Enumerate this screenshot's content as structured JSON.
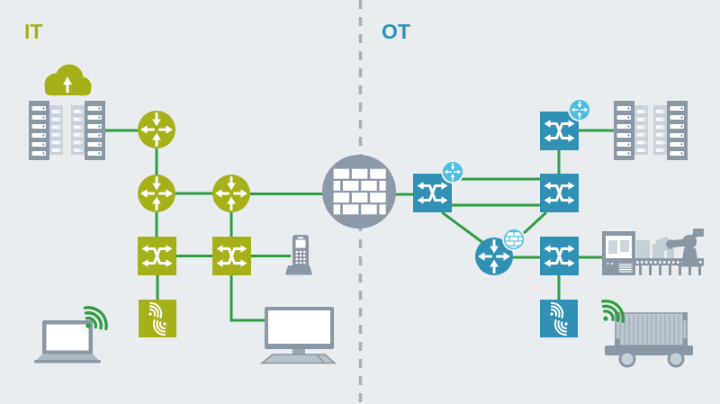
{
  "labels": {
    "it": "IT",
    "ot": "OT"
  },
  "colors": {
    "bg": "#e9edf0",
    "it": "#a6b11a",
    "ot": "#3191b5",
    "badge": "#4dbde0",
    "link": "#2f9e43",
    "device": "#8a97a5",
    "device_light": "#c9d2d9",
    "firewall": "#8b99a9",
    "divider": "#a8b0b8",
    "white": "#ffffff"
  },
  "diagram": {
    "zones": [
      {
        "id": "it",
        "label": "IT",
        "color_key": "it"
      },
      {
        "id": "ot",
        "label": "OT",
        "color_key": "ot"
      }
    ],
    "nodes": [
      {
        "id": "it-cloud",
        "type": "cloud",
        "zone": "it"
      },
      {
        "id": "it-servers",
        "type": "server-racks",
        "zone": "it"
      },
      {
        "id": "it-router-1",
        "type": "router",
        "zone": "it"
      },
      {
        "id": "it-router-2",
        "type": "router",
        "zone": "it"
      },
      {
        "id": "it-router-3",
        "type": "router",
        "zone": "it"
      },
      {
        "id": "it-switch-1",
        "type": "switch",
        "zone": "it"
      },
      {
        "id": "it-switch-2",
        "type": "switch",
        "zone": "it"
      },
      {
        "id": "it-wlan-ap",
        "type": "wireless-access-point",
        "zone": "it"
      },
      {
        "id": "it-laptop",
        "type": "laptop-wireless-client",
        "zone": "it"
      },
      {
        "id": "it-monitor",
        "type": "desktop-workstation",
        "zone": "it"
      },
      {
        "id": "it-phone",
        "type": "cordless-ip-phone",
        "zone": "it"
      },
      {
        "id": "firewall",
        "type": "firewall",
        "zone": "boundary"
      },
      {
        "id": "ot-switch-1",
        "type": "switch-with-routing",
        "zone": "ot"
      },
      {
        "id": "ot-switch-2",
        "type": "switch-with-routing",
        "zone": "ot"
      },
      {
        "id": "ot-switch-3",
        "type": "switch",
        "zone": "ot"
      },
      {
        "id": "ot-switch-4",
        "type": "switch",
        "zone": "ot"
      },
      {
        "id": "ot-router",
        "type": "router-with-firewall",
        "zone": "ot"
      },
      {
        "id": "ot-servers",
        "type": "server-racks",
        "zone": "ot"
      },
      {
        "id": "ot-machine",
        "type": "production-line-robot",
        "zone": "ot"
      },
      {
        "id": "ot-wlan-ap",
        "type": "wireless-access-point",
        "zone": "ot"
      },
      {
        "id": "ot-agv",
        "type": "automated-guided-vehicle-wireless",
        "zone": "ot"
      }
    ],
    "links": [
      [
        "it-servers",
        "it-router-1"
      ],
      [
        "it-router-1",
        "it-router-2"
      ],
      [
        "it-router-2",
        "it-router-3"
      ],
      [
        "it-router-2",
        "it-switch-1"
      ],
      [
        "it-router-3",
        "it-switch-2"
      ],
      [
        "it-router-3",
        "firewall"
      ],
      [
        "it-switch-1",
        "it-switch-2"
      ],
      [
        "it-switch-1",
        "it-wlan-ap"
      ],
      [
        "it-switch-2",
        "it-phone"
      ],
      [
        "it-switch-2",
        "it-monitor"
      ],
      [
        "firewall",
        "ot-switch-1"
      ],
      [
        "ot-switch-1",
        "ot-switch-3"
      ],
      [
        "ot-switch-1",
        "ot-switch-3"
      ],
      [
        "ot-switch-1",
        "ot-router"
      ],
      [
        "ot-switch-3",
        "ot-router"
      ],
      [
        "ot-switch-2",
        "ot-switch-3"
      ],
      [
        "ot-switch-2",
        "ot-servers"
      ],
      [
        "ot-router",
        "ot-switch-4"
      ],
      [
        "ot-switch-4",
        "ot-machine"
      ],
      [
        "ot-switch-4",
        "ot-wlan-ap"
      ]
    ],
    "wireless_associations": [
      [
        "it-wlan-ap",
        "it-laptop"
      ],
      [
        "ot-wlan-ap",
        "ot-agv"
      ]
    ]
  }
}
